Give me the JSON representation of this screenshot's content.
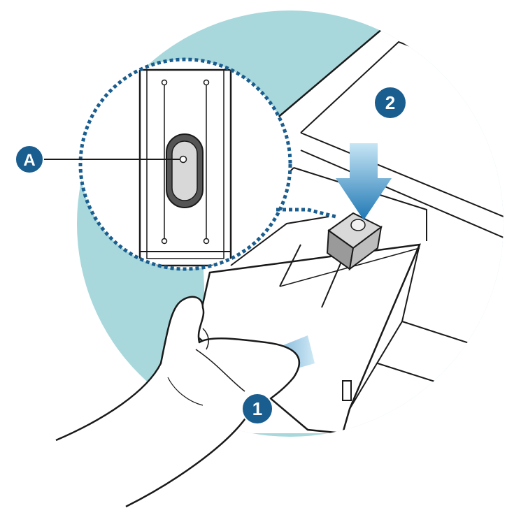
{
  "callouts": {
    "step_1": "1",
    "step_2": "2",
    "part_a": "A"
  },
  "colors": {
    "background_circle": "#a8d8dc",
    "badge_blue": "#1a5d8f",
    "arrow_blue_dark": "#1f78b4",
    "arrow_blue_light": "#9fd0ea",
    "line": "#1a1a1a",
    "dotted_border": "#1a5d8f"
  },
  "icons": {
    "push_arrow": "arrow-down-icon",
    "pull_arrow": "arrow-left-icon",
    "hand": "hand-illustration",
    "release_lever": "lever-icon"
  }
}
